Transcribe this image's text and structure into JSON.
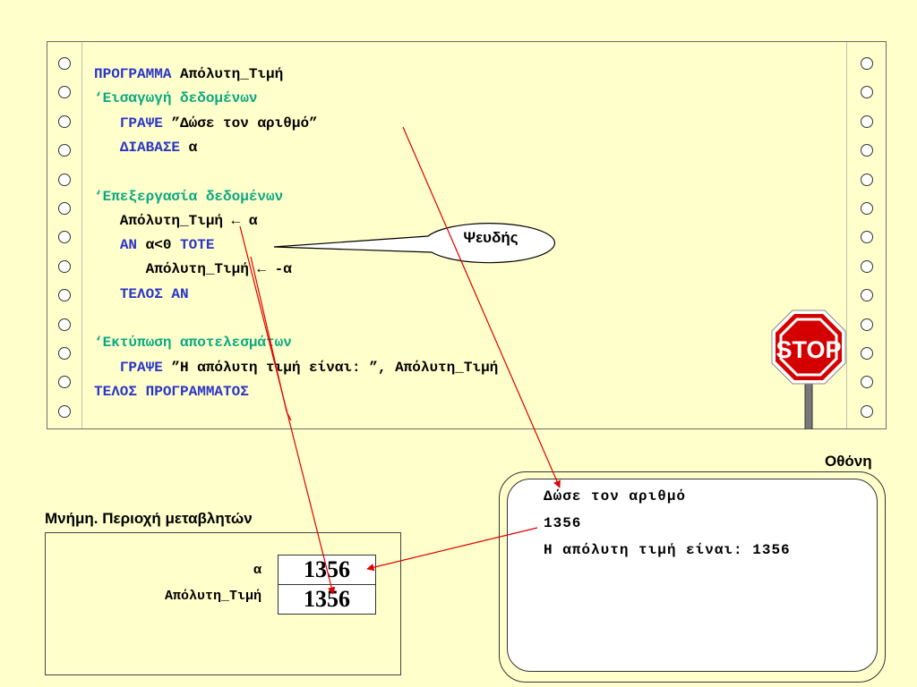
{
  "code": {
    "lines": [
      {
        "parts": [
          {
            "t": "kw",
            "s": "ΠΡΟΓΡΑΜΜΑ "
          },
          {
            "t": "tx",
            "s": "Απόλυτη_Τιμή"
          }
        ]
      },
      {
        "parts": [
          {
            "t": "cm",
            "s": "‘Εισαγωγή δεδομένων"
          }
        ]
      },
      {
        "parts": [
          {
            "t": "tx",
            "s": "   "
          },
          {
            "t": "kw",
            "s": "ΓΡΑΨΕ "
          },
          {
            "t": "tx",
            "s": "”Δώσε τον αριθμό”"
          }
        ]
      },
      {
        "parts": [
          {
            "t": "tx",
            "s": "   "
          },
          {
            "t": "kw",
            "s": "ΔΙΑΒΑΣΕ "
          },
          {
            "t": "tx",
            "s": "α"
          }
        ]
      },
      {
        "parts": []
      },
      {
        "parts": [
          {
            "t": "cm",
            "s": "‘Επεξεργασία δεδομένων"
          }
        ]
      },
      {
        "parts": [
          {
            "t": "tx",
            "s": "   Απόλυτη_Τιμή ← α"
          }
        ]
      },
      {
        "parts": [
          {
            "t": "tx",
            "s": "   "
          },
          {
            "t": "kw",
            "s": "ΑΝ "
          },
          {
            "t": "tx",
            "s": "α<0 "
          },
          {
            "t": "kw",
            "s": "ΤΟΤΕ"
          }
        ]
      },
      {
        "parts": [
          {
            "t": "tx",
            "s": "      Απόλυτη_Τιμή ← -α"
          }
        ]
      },
      {
        "parts": [
          {
            "t": "tx",
            "s": "   "
          },
          {
            "t": "kw",
            "s": "ΤΕΛΟΣ ΑΝ"
          }
        ]
      },
      {
        "parts": []
      },
      {
        "parts": [
          {
            "t": "cm",
            "s": "‘Εκτύπωση αποτελεσμάτων"
          }
        ]
      },
      {
        "parts": [
          {
            "t": "tx",
            "s": "   "
          },
          {
            "t": "kw",
            "s": "ΓΡΑΨΕ "
          },
          {
            "t": "tx",
            "s": "”Η απόλυτη τιμή είναι: ”, Απόλυτη_Τιμή"
          }
        ]
      },
      {
        "parts": [
          {
            "t": "kw",
            "s": "ΤΕΛΟΣ ΠΡΟΓΡΑΜΜΑΤΟΣ"
          }
        ]
      }
    ]
  },
  "callout": {
    "label": "Ψευδής"
  },
  "stop_sign": {
    "text": "STOP",
    "color": "#d40000"
  },
  "memory": {
    "title": "Μνήμη. Περιοχή μεταβλητών",
    "variables": [
      {
        "name": "α",
        "value": "1356"
      },
      {
        "name": "Απόλυτη_Τιμή",
        "value": "1356"
      }
    ]
  },
  "screen": {
    "title": "Οθόνη",
    "lines": [
      "Δώσε τον αριθμό",
      "1356",
      "Η απόλυτη τιμή είναι: 1356"
    ]
  },
  "colors": {
    "keyword": "#2b35c8",
    "comment": "#0aa882",
    "arrow": "#e00000",
    "background": "#ffffcc"
  }
}
